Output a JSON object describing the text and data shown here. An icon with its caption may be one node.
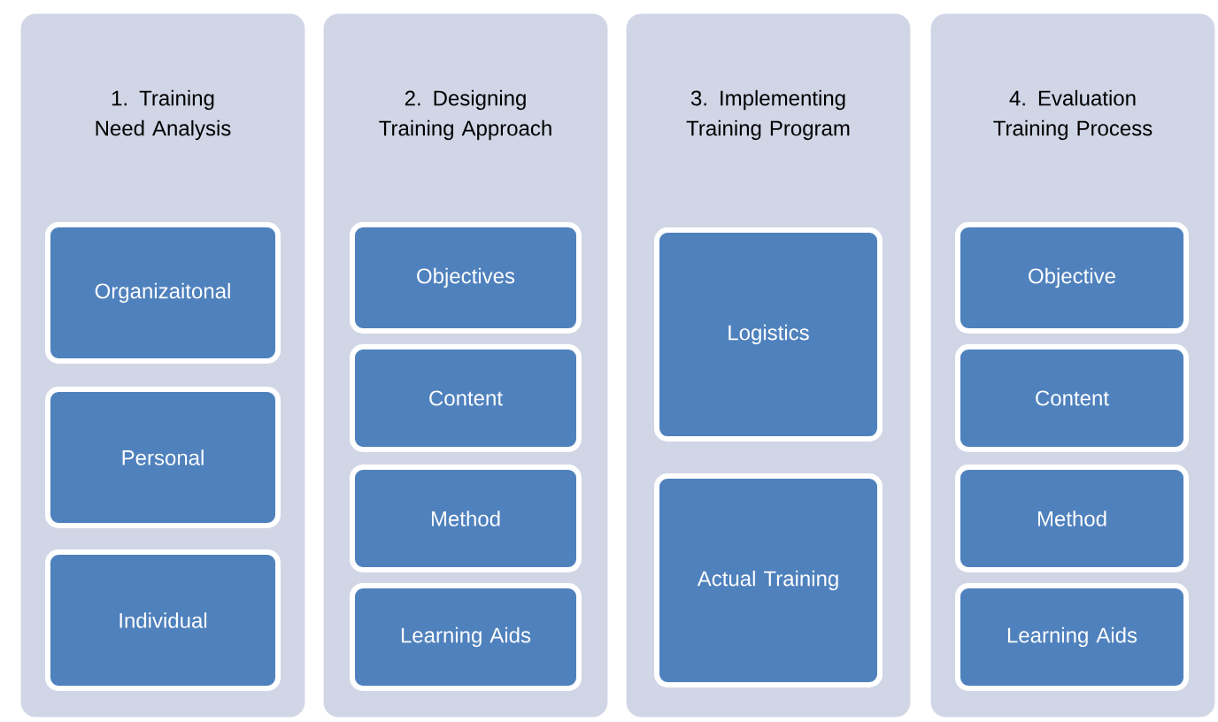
{
  "diagram": {
    "nodes": [
      {
        "text": [
          "1. Training Need Analysis"
        ]
      },
      {
        "text": [
          "Organizaitonal"
        ],
        "in": 0
      },
      {
        "text": [
          "Personal"
        ],
        "in": 0
      },
      {
        "text": [
          "Individual"
        ],
        "in": 0
      },
      {
        "text": [
          "2. Designing Training Approach"
        ]
      },
      {
        "text": [
          "Objectives"
        ],
        "in": 4
      },
      {
        "text": [
          "Content"
        ],
        "in": 4
      },
      {
        "text": [
          "Method"
        ],
        "in": 4
      },
      {
        "text": [
          "Learning Aids"
        ],
        "in": 4
      },
      {
        "text": [
          "3. Implementing Training Program"
        ]
      },
      {
        "text": [
          "Logistics"
        ],
        "in": 9
      },
      {
        "text": [
          "Actual Training"
        ],
        "in": 9
      },
      {
        "text": [
          "4. Evaluation Training Process"
        ]
      },
      {
        "text": [
          "Objective"
        ],
        "in": 12
      },
      {
        "text": [
          "Content"
        ],
        "in": 12
      },
      {
        "text": [
          "Method"
        ],
        "in": 12
      },
      {
        "text": [
          "Learning Aids"
        ],
        "in": 12
      }
    ]
  }
}
